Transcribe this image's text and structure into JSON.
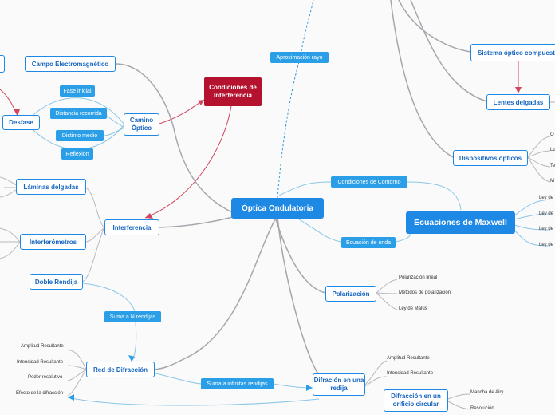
{
  "central": "Óptica Ondulatoria",
  "maxwell": "Ecuaciones de Maxwell",
  "maxwell_leaves": [
    "Ley de",
    "Ley de",
    "Ley de",
    "Ley de"
  ],
  "condiciones_interferencia": "Condiciones de Interferencia",
  "aproximacion_rayo": "Aproximación rayo",
  "condiciones_contorno": "Condiciones de Contorno",
  "ecuacion_onda": "Ecuación de onda",
  "campo_em": "Campo Electromagnético",
  "desfase": "Desfase",
  "camino_optico": "Camino Óptico",
  "camino_pills": [
    "Fase inicial",
    "Distancia recorrida",
    "Distinto medio",
    "Reflexión"
  ],
  "interferencia": "Interferencia",
  "laminas": "Láminas delgadas",
  "interferometros": "Interferómetros",
  "doble_rendija": "Doble Rendija",
  "suma_n": "Suma a N rendijas",
  "red_difraccion": "Red de Difracción",
  "red_leaves": [
    "Amplitud Resultante",
    "Intensidad Resultante",
    "Poder resolutivo",
    "Efecto de la difracción"
  ],
  "suma_infinitas": "Suma a infinitas rendijas",
  "difraccion_rendija": "Difración en una redija",
  "difr_leaves": [
    "Amplitud Resultante",
    "Intensidad Resultante"
  ],
  "difraccion_orificio": "Difracción en un orificio circular",
  "orificio_leaves": [
    "Mancha de Airy",
    "Resolución"
  ],
  "polarizacion": "Polarización",
  "polar_leaves": [
    "Polarización lineal",
    "Métodos de polarización",
    "Ley de Malus"
  ],
  "sistema_optico": "Sistema óptico compuesto",
  "lentes": "Lentes delgadas",
  "dispositivos": "Dispositivos ópticos",
  "dispositivos_leaves": [
    "O",
    "Lu",
    "Te",
    "M"
  ]
}
